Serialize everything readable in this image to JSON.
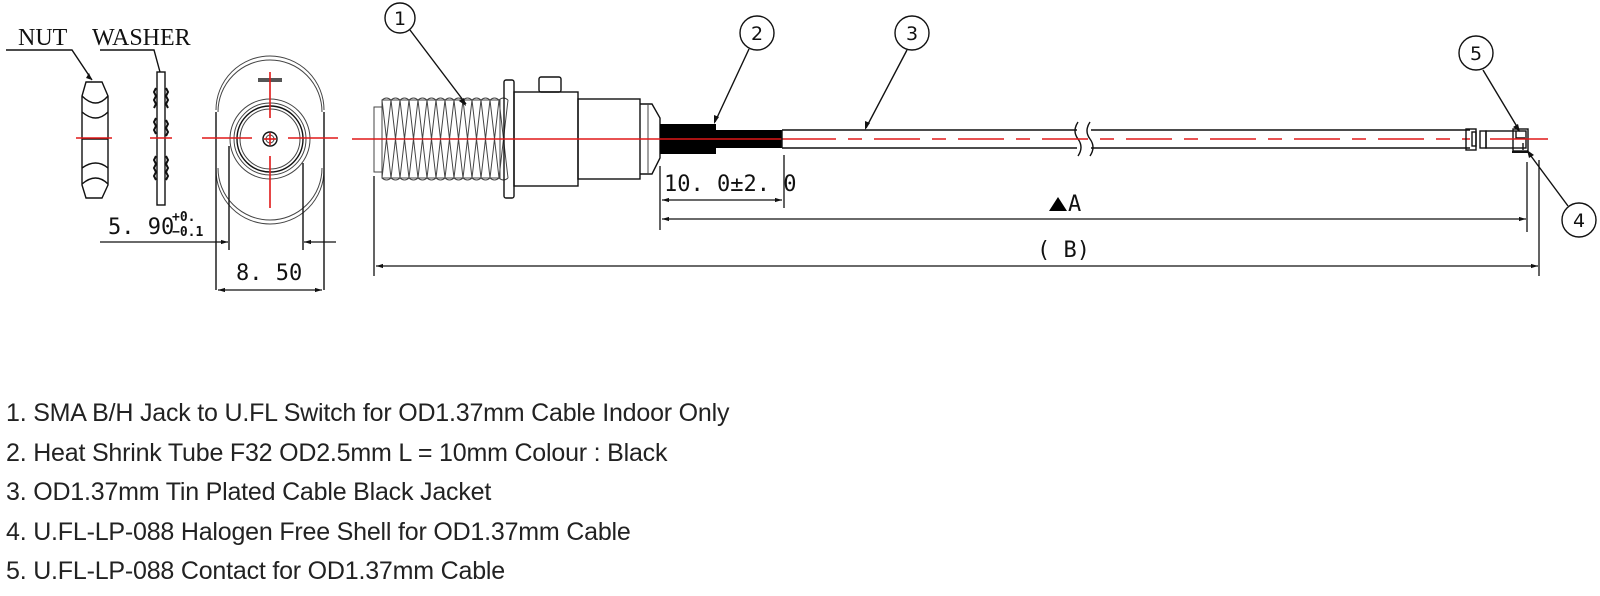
{
  "drawing": {
    "labels": {
      "nut": "NUT",
      "washer": "WASHER"
    },
    "dimensions": {
      "hole_width": "5. 90",
      "hole_tol_plus": "+0.",
      "hole_tol_minus": "−0.1",
      "flat_width": "8. 50",
      "heat_shrink_length": "10. 0±2. 0",
      "length_a": "A",
      "length_b": "( B)"
    },
    "balloons": [
      "1",
      "2",
      "3",
      "4",
      "5"
    ],
    "colors": {
      "line": "#111111",
      "centerline": "#e01818",
      "heat_shrink": "#000000"
    }
  },
  "bom": {
    "items": [
      "1. SMA B/H Jack to U.FL Switch for OD1.37mm Cable Indoor Only",
      "2. Heat Shrink Tube F32 OD2.5mm L = 10mm Colour : Black",
      "3. OD1.37mm Tin Plated Cable Black Jacket",
      "4. U.FL-LP-088 Halogen Free Shell for OD1.37mm Cable",
      "5. U.FL-LP-088 Contact for OD1.37mm Cable"
    ]
  }
}
